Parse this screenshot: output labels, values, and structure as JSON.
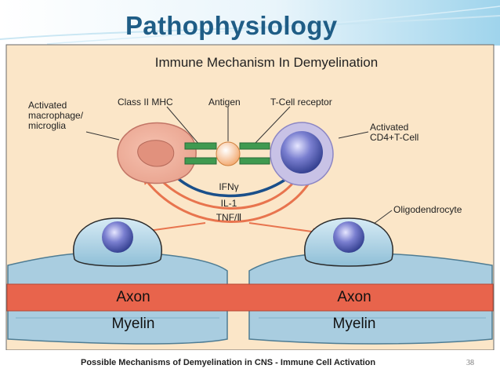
{
  "slide": {
    "title": "Pathophysiology",
    "caption": "Possible Mechanisms of Demyelination in CNS - Immune Cell Activation",
    "slide_number": "38"
  },
  "diagram": {
    "title": "Immune Mechanism In Demyelination",
    "labels": {
      "macrophage": "Activated\nmacrophage/\nmicroglia",
      "mhc": "Class II MHC",
      "antigen": "Antigen",
      "tcell_receptor": "T-Cell receptor",
      "tcell": "Activated\nCD4+T-Cell",
      "oligodendrocyte": "Oligodendrocyte"
    },
    "cytokines": [
      "IFNγ",
      "IL-1",
      "TNF/Ⅱ"
    ],
    "bands": {
      "axon_left": "Axon",
      "axon_right": "Axon",
      "myelin_left": "Myelin",
      "myelin_right": "Myelin"
    }
  },
  "colors": {
    "title": "#1f5d86",
    "panel": "#fbe6c8",
    "axon": "#e8644c",
    "myelin": "#a9cde0",
    "arrow_orange": "#e8744e",
    "arrow_blue": "#1a4f8a",
    "mhc_green": "#3f9a50"
  }
}
